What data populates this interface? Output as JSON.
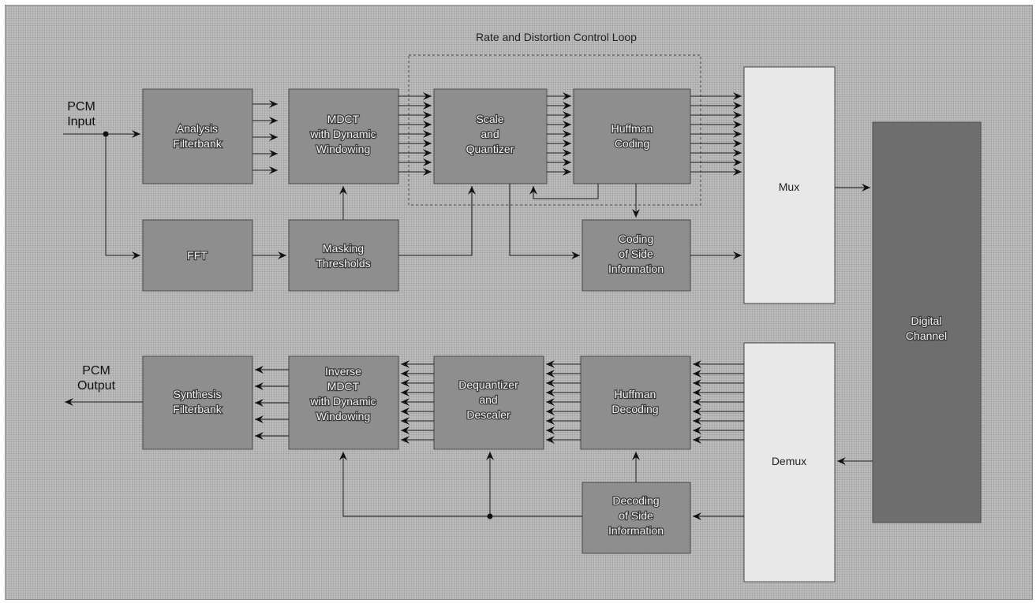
{
  "loop_label": "Rate and Distortion Control Loop",
  "pcm_input": [
    "PCM",
    "Input"
  ],
  "pcm_output": [
    "PCM",
    "Output"
  ],
  "blocks": {
    "analysis": [
      "Analysis",
      "Filterbank"
    ],
    "mdct": [
      "MDCT",
      "with Dynamic",
      "Windowing"
    ],
    "scale": [
      "Scale",
      "and",
      "Quantizer"
    ],
    "huffman": [
      "Huffman",
      "Coding"
    ],
    "mux": "Mux",
    "fft": "FFT",
    "masking": [
      "Masking",
      "Thresholds"
    ],
    "coding_side": [
      "Coding",
      "of Side",
      "Information"
    ],
    "channel": [
      "Digital",
      "Channel"
    ],
    "synthesis": [
      "Synthesis",
      "Filterbank"
    ],
    "imdct": [
      "Inverse",
      "MDCT",
      "with Dynamic",
      "Windowing"
    ],
    "dequant": [
      "Dequantizer",
      "and",
      "Descaler"
    ],
    "huff_dec": [
      "Huffman",
      "Decoding"
    ],
    "demux": "Demux",
    "decoding_side": [
      "Decoding",
      "of Side",
      "Information"
    ]
  },
  "colors": {
    "panel": "#c2c2c2",
    "block_dark": "#8e8e8e",
    "block_light": "#e8e8e8",
    "channel": "#6e6e6e"
  }
}
